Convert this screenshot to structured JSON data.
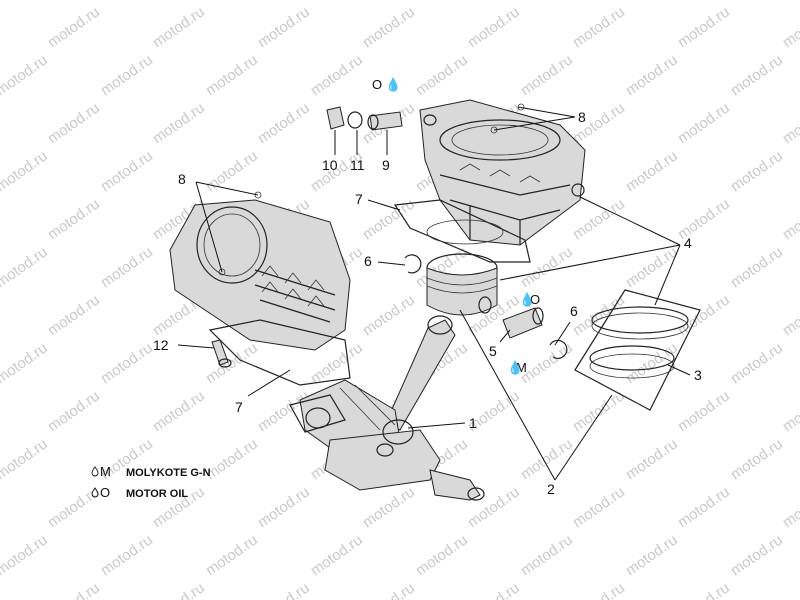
{
  "watermark": "motod.ru",
  "legend": [
    {
      "symbol": "M",
      "text": "MOLYKOTE G-N"
    },
    {
      "symbol": "O",
      "text": "MOTOR OIL"
    }
  ],
  "callouts": {
    "c1": "1",
    "c2": "2",
    "c3": "3",
    "c4": "4",
    "c5": "5",
    "c6a": "6",
    "c6b": "6",
    "c7a": "7",
    "c7b": "7",
    "c8a": "8",
    "c8b": "8",
    "c9": "9",
    "c10": "10",
    "c11": "11",
    "c12": "12"
  },
  "markers": {
    "oil_top": "O",
    "oil_piston": "O",
    "moly_pin": "M"
  }
}
